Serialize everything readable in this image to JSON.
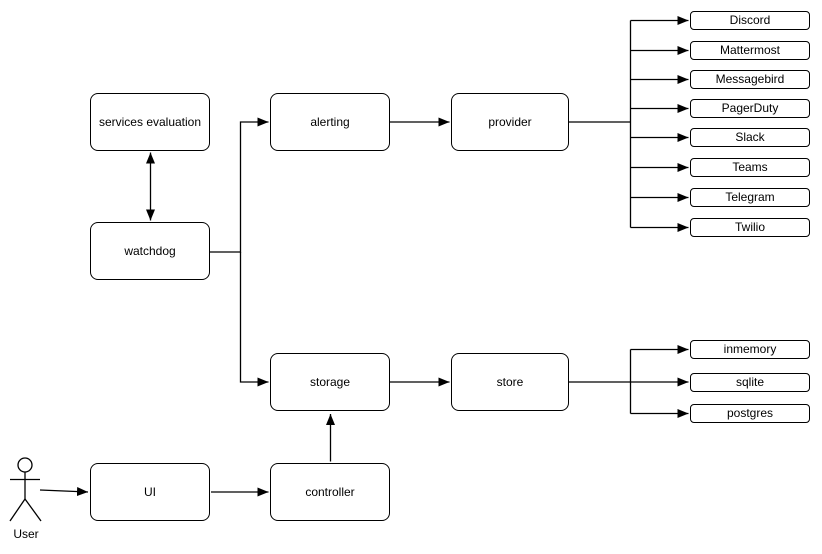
{
  "diagram": {
    "nodes": {
      "services_evaluation": "services evaluation",
      "watchdog": "watchdog",
      "alerting": "alerting",
      "provider": "provider",
      "storage": "storage",
      "store": "store",
      "ui": "UI",
      "controller": "controller"
    },
    "actor": {
      "label": "User"
    },
    "provider_targets": [
      "Discord",
      "Mattermost",
      "Messagebird",
      "PagerDuty",
      "Slack",
      "Teams",
      "Telegram",
      "Twilio"
    ],
    "store_targets": [
      "inmemory",
      "sqlite",
      "postgres"
    ],
    "edges": [
      {
        "from": "services evaluation",
        "to": "watchdog",
        "direction": "bidirectional"
      },
      {
        "from": "watchdog",
        "to": "alerting",
        "direction": "forward"
      },
      {
        "from": "watchdog",
        "to": "storage",
        "direction": "forward"
      },
      {
        "from": "alerting",
        "to": "provider",
        "direction": "forward"
      },
      {
        "from": "provider",
        "to": "Discord",
        "direction": "forward"
      },
      {
        "from": "provider",
        "to": "Mattermost",
        "direction": "forward"
      },
      {
        "from": "provider",
        "to": "Messagebird",
        "direction": "forward"
      },
      {
        "from": "provider",
        "to": "PagerDuty",
        "direction": "forward"
      },
      {
        "from": "provider",
        "to": "Slack",
        "direction": "forward"
      },
      {
        "from": "provider",
        "to": "Teams",
        "direction": "forward"
      },
      {
        "from": "provider",
        "to": "Telegram",
        "direction": "forward"
      },
      {
        "from": "provider",
        "to": "Twilio",
        "direction": "forward"
      },
      {
        "from": "storage",
        "to": "store",
        "direction": "forward"
      },
      {
        "from": "store",
        "to": "inmemory",
        "direction": "forward"
      },
      {
        "from": "store",
        "to": "sqlite",
        "direction": "forward"
      },
      {
        "from": "store",
        "to": "postgres",
        "direction": "forward"
      },
      {
        "from": "controller",
        "to": "storage",
        "direction": "forward"
      },
      {
        "from": "UI",
        "to": "controller",
        "direction": "forward"
      },
      {
        "from": "User",
        "to": "UI",
        "direction": "forward"
      }
    ],
    "colors": {
      "stroke": "#000000",
      "node_fill": "#ffffff",
      "background": "#ffffff",
      "text": "#000000"
    }
  }
}
